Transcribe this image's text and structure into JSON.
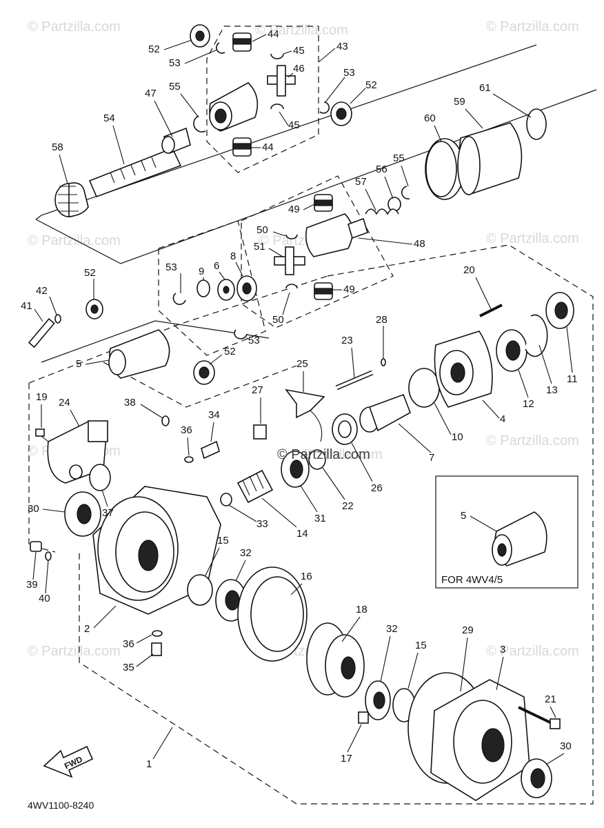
{
  "watermarks": [
    "© Partzilla.com",
    "© Partzilla.com",
    "© Partzilla.com",
    "© Partzilla.com",
    "© Partzilla.com",
    "© Partzilla.com",
    "© Partzilla.com",
    "© Partzilla.com",
    "© Partzilla.com",
    "© Partzilla.com",
    "© Partzilla.com",
    "© Partzilla.com"
  ],
  "center_logo": "© Partzilla.com",
  "inset_label": "FOR 4WV4/5",
  "inset_callout": "5",
  "fwd_label": "FWD",
  "diagram_code": "4WV1100-8240",
  "callouts": [
    "52",
    "53",
    "44",
    "45",
    "43",
    "46",
    "53",
    "52",
    "47",
    "55",
    "54",
    "58",
    "45",
    "44",
    "61",
    "59",
    "60",
    "55",
    "56",
    "57",
    "49",
    "50",
    "48",
    "51",
    "53",
    "9",
    "6",
    "8",
    "52",
    "42",
    "41",
    "50",
    "53",
    "49",
    "5",
    "52",
    "20",
    "28",
    "23",
    "25",
    "27",
    "11",
    "13",
    "12",
    "10",
    "4",
    "7",
    "19",
    "24",
    "38",
    "34",
    "36",
    "26",
    "22",
    "31",
    "14",
    "33",
    "37",
    "30",
    "39",
    "40",
    "2",
    "36",
    "35",
    "15",
    "32",
    "16",
    "18",
    "32",
    "15",
    "29",
    "3",
    "21",
    "17",
    "30",
    "1"
  ]
}
